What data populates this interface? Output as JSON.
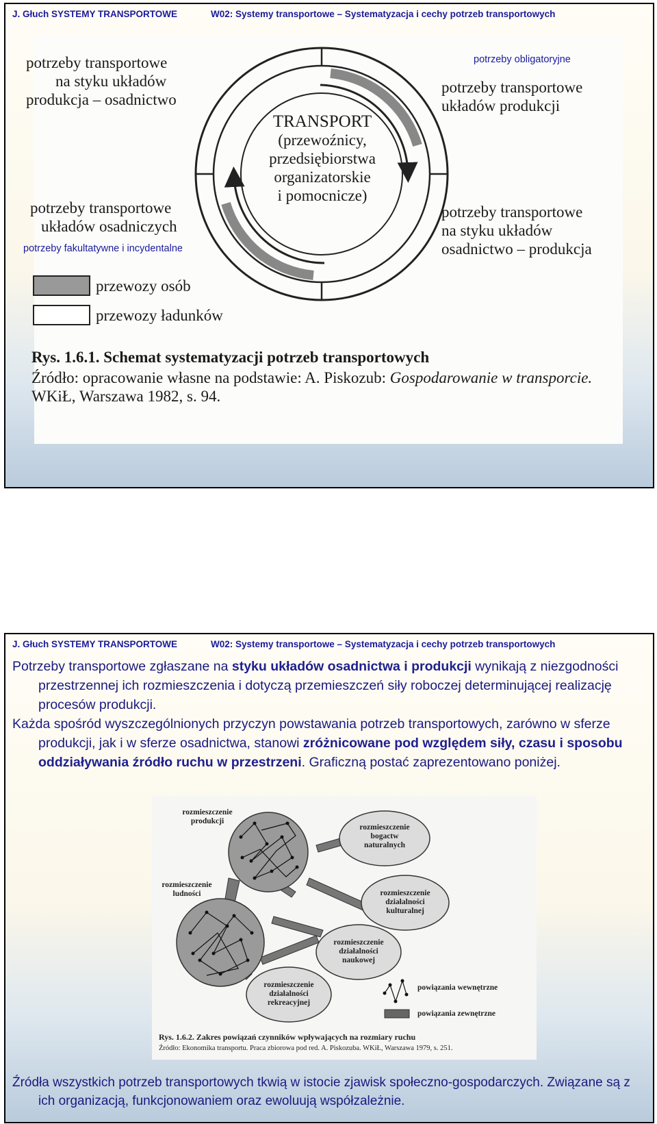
{
  "slide1": {
    "header_left": "J. Głuch SYSTEMY TRANSPORTOWE",
    "header_right": "W02: Systemy transportowe – Systematyzacja i cechy potrzeb transportowych",
    "tl_label": [
      "potrzeby transportowe",
      "na styku układów",
      "produkcja – osadnictwo"
    ],
    "tr_overlay": "potrzeby obligatoryjne",
    "tr_label": [
      "potrzeby transportowe",
      "układów produkcji"
    ],
    "center_label": [
      "TRANSPORT",
      "(przewoźnicy,",
      "przedsiębiorstwa",
      "organizatorskie",
      "i pomocnicze)"
    ],
    "bl_label": [
      "potrzeby transportowe",
      "układów osadniczych"
    ],
    "bl_overlay": "potrzeby fakultatywne i incydentalne",
    "br_label": [
      "potrzeby transportowe",
      "na styku układów",
      "osadnictwo – produkcja"
    ],
    "legend": [
      "przewozy osób",
      "przewozy ładunków"
    ],
    "caption_title": "Rys. 1.6.1. Schemat systematyzacji potrzeb transportowych",
    "caption_source_1": "Źródło: opracowanie własne na podstawie: A. Piskozub: ",
    "caption_source_italic": "Gospodarowanie w transporcie.",
    "caption_source_2": "WKiŁ, Warszawa 1982, s. 94."
  },
  "slide2": {
    "header_left": "J. Głuch SYSTEMY TRANSPORTOWE",
    "header_right": "W02: Systemy transportowe – Systematyzacja i cechy potrzeb transportowych",
    "p1_a": "Potrzeby transportowe zgłaszane na ",
    "p1_bold": "styku układów osadnictwa i produkcji",
    "p1_b": " wynikają z niezgodności przestrzennej ich rozmieszczenia i dotyczą przemieszczeń siły roboczej determinującej realizację procesów produkcji.",
    "p2_a": "Każda spośród wyszczególnionych przyczyn powstawania potrzeb transportowych, zarówno w sferze produkcji, jak i w sferze osadnictwa, stanowi ",
    "p2_bold": "zróżnicowane pod względem siły, czasu i sposobu oddziaływania źródło ruchu w przestrzeni",
    "p2_b": ". Graficzną postać zaprezentowano poniżej.",
    "fig": {
      "t1": "rozmieszczenie produkcji",
      "t2": "rozmieszczenie bogactw naturalnych",
      "t3": "rozmieszczenie ludności",
      "t4": "rozmieszczenie działalności kulturalnej",
      "t5": "rozmieszczenie działalności naukowej",
      "t6": "rozmieszczenie działalności rekreacyjnej",
      "legend_in": "powiązania wewnętrzne",
      "legend_out": "powiązania zewnętrzne",
      "caption": "Rys. 1.6.2. Zakres powiązań czynników wpływających na rozmiary ruchu",
      "source": "Źródło: Ekonomika transportu. Praca zbiorowa pod red. A. Piskozuba. WKiŁ, Warszawa 1979, s. 251."
    },
    "foot": "Źródła wszystkich potrzeb transportowych tkwią w istocie zjawisk społeczno-gospodarczych. Związane są z ich organizacją, funkcjonowaniem oraz ewoluują współzależnie."
  }
}
